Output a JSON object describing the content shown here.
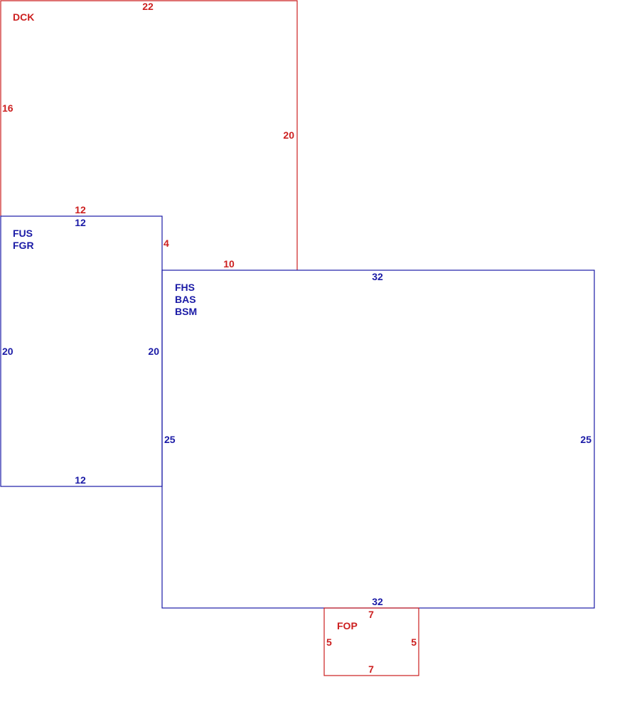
{
  "colors": {
    "red": "#cc1f1f",
    "blue": "#1a1aa6"
  },
  "areas": {
    "dck": {
      "codes": [
        "DCK"
      ],
      "dims": {
        "top": "22",
        "left": "16",
        "right": "20",
        "bottom_left": "12",
        "step": "4",
        "bottom_right": "10"
      }
    },
    "fus": {
      "codes": [
        "FUS",
        "FGR"
      ],
      "dims": {
        "top": "12",
        "left": "20",
        "right": "20",
        "bottom": "12"
      }
    },
    "fhs": {
      "codes": [
        "FHS",
        "BAS",
        "BSM"
      ],
      "dims": {
        "top": "32",
        "left": "25",
        "right": "25",
        "bottom": "32"
      }
    },
    "fop": {
      "codes": [
        "FOP"
      ],
      "dims": {
        "top": "7",
        "left": "5",
        "right": "5",
        "bottom": "7"
      }
    }
  }
}
